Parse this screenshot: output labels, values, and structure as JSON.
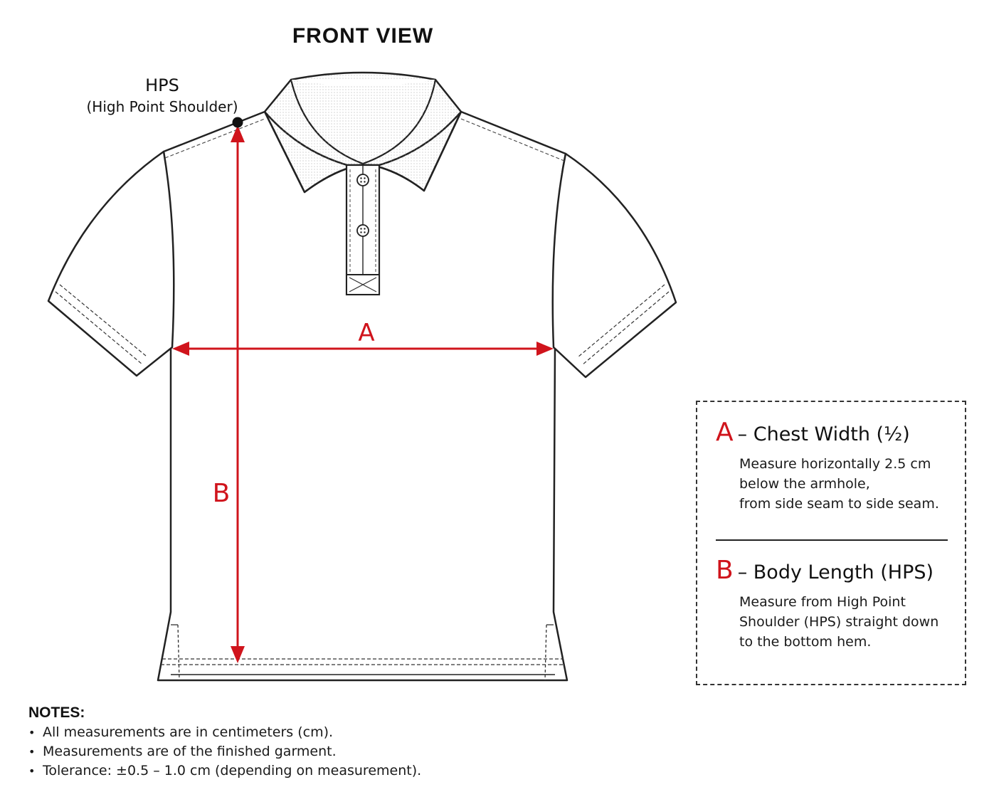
{
  "title": "FRONT VIEW",
  "hps": {
    "abbr": "HPS",
    "full": "(High Point Shoulder)"
  },
  "dimensions": {
    "a_letter": "A",
    "b_letter": "B"
  },
  "colors": {
    "measure_red": "#d0141c",
    "outline": "#222222"
  },
  "legend": {
    "a": {
      "letter": "A",
      "title": "– Chest Width (½)",
      "lines": [
        "Measure horizontally 2.5 cm",
        "below the armhole,",
        "from side seam to side seam."
      ]
    },
    "b": {
      "letter": "B",
      "title": "– Body Length (HPS)",
      "lines": [
        "Measure from High Point",
        "Shoulder (HPS) straight down",
        "to the bottom hem."
      ]
    }
  },
  "notes": {
    "title": "NOTES:",
    "items": [
      "All measurements are in centimeters (cm).",
      "Measurements are of the finished garment.",
      "Tolerance: ±0.5 – 1.0 cm (depending on measurement)."
    ]
  }
}
